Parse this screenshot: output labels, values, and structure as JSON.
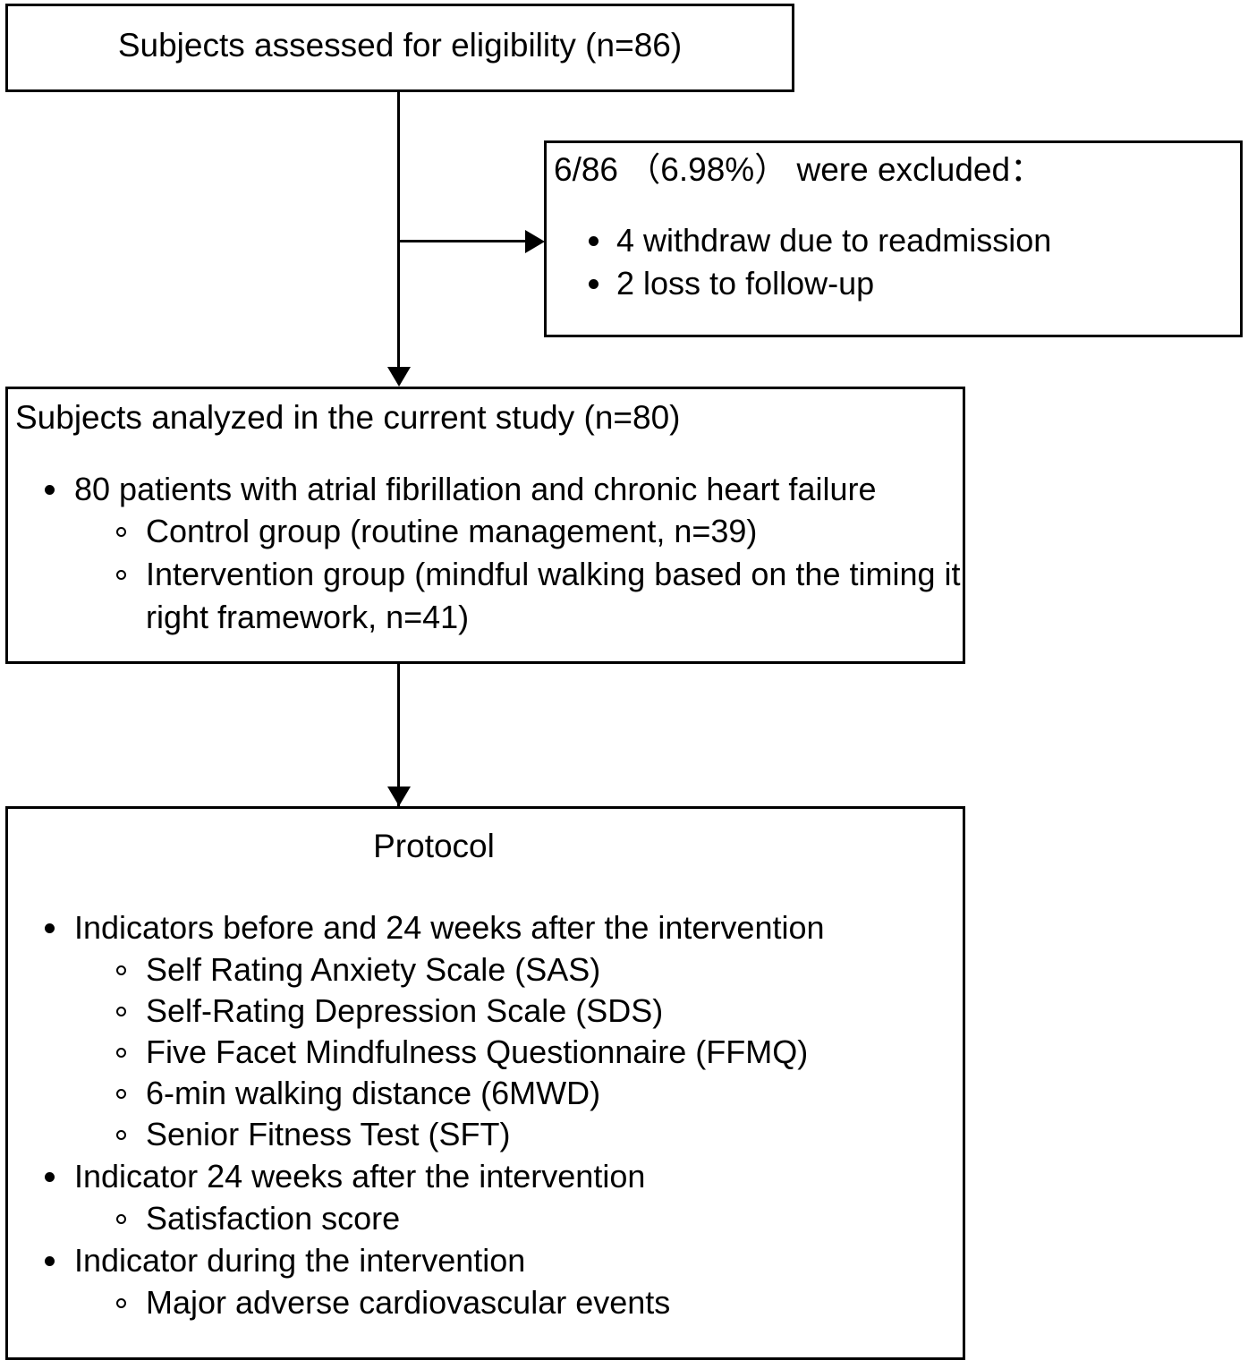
{
  "diagram": {
    "type": "study-flow-chart",
    "boxes": {
      "eligibility": {
        "title": "Subjects assessed for eligibility (n=86)"
      },
      "excluded": {
        "heading": "6/86 （6.98%） were excluded：",
        "items": [
          "4 withdraw due to readmission",
          "2 loss to follow-up"
        ]
      },
      "analyzed": {
        "heading": "Subjects analyzed in the current study (n=80)",
        "items": [
          {
            "label": "80 patients with atrial fibrillation and chronic heart failure",
            "children": [
              "Control group (routine management, n=39)",
              "Intervention group (mindful walking based on the timing it right framework, n=41)"
            ]
          }
        ]
      },
      "protocol": {
        "title": "Protocol",
        "items": [
          {
            "label": "Indicators before and 24 weeks after the intervention",
            "children": [
              "Self Rating Anxiety Scale (SAS)",
              "Self-Rating Depression Scale (SDS)",
              "Five Facet Mindfulness Questionnaire (FFMQ)",
              "6-min walking distance (6MWD)",
              "Senior Fitness Test (SFT)"
            ]
          },
          {
            "label": "Indicator 24 weeks after the intervention",
            "children": [
              "Satisfaction score"
            ]
          },
          {
            "label": "Indicator during the intervention",
            "children": [
              "Major adverse cardiovascular events"
            ]
          }
        ]
      }
    },
    "colors": {
      "stroke": "#000000",
      "fill": "#ffffff",
      "text": "#000000"
    }
  }
}
